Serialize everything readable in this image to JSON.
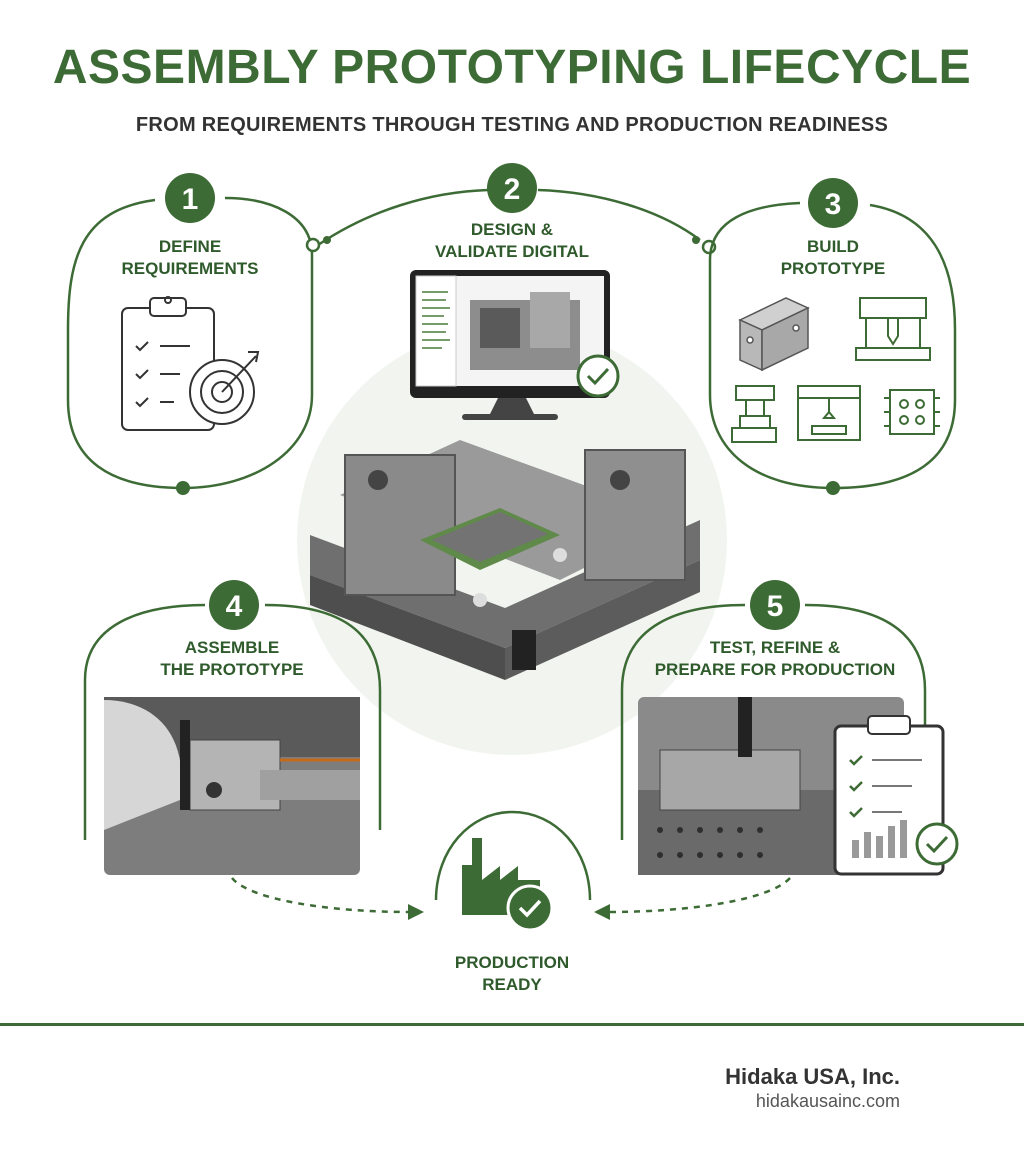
{
  "header": {
    "title": "ASSEMBLY PROTOTYPING LIFECYCLE",
    "subtitle": "FROM REQUIREMENTS THROUGH TESTING AND PRODUCTION READINESS"
  },
  "steps": [
    {
      "number": "1",
      "line1": "DEFINE",
      "line2": "REQUIREMENTS"
    },
    {
      "number": "2",
      "line1": "DESIGN &",
      "line2": "VALIDATE DIGITAL"
    },
    {
      "number": "3",
      "line1": "BUILD",
      "line2": "PROTOTYPE"
    },
    {
      "number": "4",
      "line1": "ASSEMBLE",
      "line2": "THE PROTOTYPE"
    },
    {
      "number": "5",
      "line1": "TEST, REFINE &",
      "line2": "PREPARE FOR PRODUCTION"
    }
  ],
  "outcome": {
    "line1": "PRODUCTION",
    "line2": "READY"
  },
  "footer": {
    "company": "Hidaka USA, Inc.",
    "url": "hidakausainc.com"
  },
  "colors": {
    "accent": "#3d6b35",
    "dark_green": "#2f5a2c",
    "text_dark": "#333333"
  }
}
